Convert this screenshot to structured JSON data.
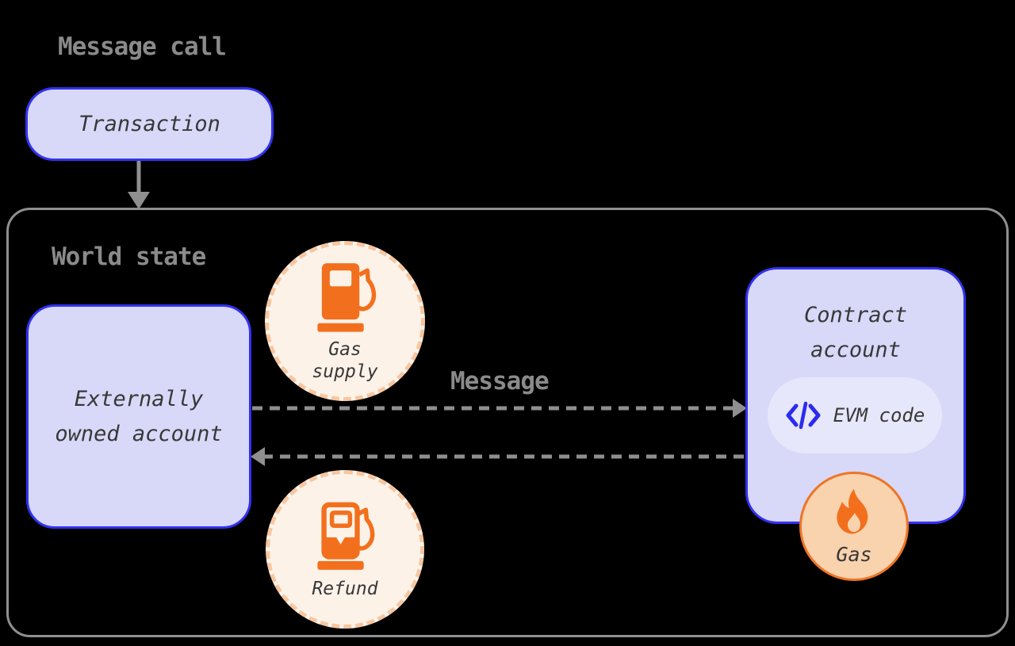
{
  "header": {
    "title": "Message call"
  },
  "transaction": {
    "label": "Transaction"
  },
  "world_state": {
    "label": "World state"
  },
  "eoa": {
    "line1": "Externally",
    "line2": "owned account"
  },
  "message_arrow": {
    "label": "Message"
  },
  "contract": {
    "line1": "Contract",
    "line2": "account",
    "evm_label": "EVM code"
  },
  "gas_supply": {
    "line1": "Gas",
    "line2": "supply",
    "icon": "gas-pump-icon"
  },
  "refund": {
    "label": "Refund",
    "icon": "gas-pump-refund-icon"
  },
  "gas": {
    "label": "Gas",
    "icon": "flame-icon"
  },
  "colors": {
    "background": "#000000",
    "node_fill": "#d8d8f8",
    "node_border": "#3232f0",
    "evm_pill_fill": "#e7e7fb",
    "code_icon_blue": "#2b2bee",
    "gray_label": "#8a8a8a",
    "gray_border": "#8f8f8f",
    "dark_text": "#383838",
    "orange_icon": "#f2701d",
    "dashed_circle_border": "#f7c6a0",
    "dashed_circle_fill": "#fdf2e8",
    "gas_circle_fill": "#f9d2ae",
    "gas_circle_border": "#ee7425"
  }
}
